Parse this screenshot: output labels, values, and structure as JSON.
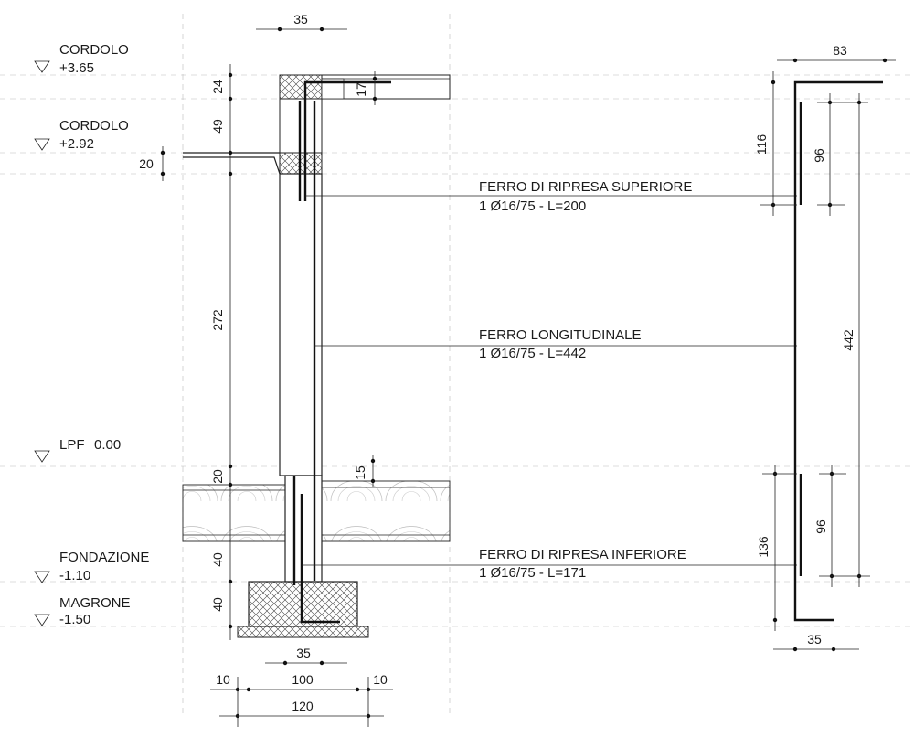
{
  "levels": [
    {
      "name": "CORDOLO",
      "value": "+3.65"
    },
    {
      "name": "CORDOLO",
      "value": "+2.92"
    },
    {
      "name": "LPF",
      "value": "0.00"
    },
    {
      "name": "FONDAZIONE",
      "value": "-1.10"
    },
    {
      "name": "MAGRONE",
      "value": "-1.50"
    }
  ],
  "section_dims": {
    "top_width": "35",
    "cordolo_top": "24",
    "slab_top": "17",
    "wall_upper": "49",
    "ledge": "20",
    "wall_main": "272",
    "lower_slab_band": "20",
    "lower_slab": "15",
    "foundation": "40",
    "magrone": "40",
    "base_wall": "35",
    "left_offset": "10",
    "foundation_inner": "100",
    "right_offset": "10",
    "foundation_total": "120"
  },
  "annotations": [
    {
      "title": "FERRO DI RIPRESA SUPERIORE",
      "spec": "1 Ø16/75 - L=200"
    },
    {
      "title": "FERRO LONGITUDINALE",
      "spec": "1 Ø16/75 - L=442"
    },
    {
      "title": "FERRO DI RIPRESA INFERIORE",
      "spec": "1 Ø16/75 - L=171"
    }
  ],
  "bar_dims": {
    "top_hook": "83",
    "upper_splice": "116",
    "upper_lap": "96",
    "total_length": "442",
    "lower_lap": "96",
    "lower_splice": "136",
    "bottom_hook": "35"
  }
}
